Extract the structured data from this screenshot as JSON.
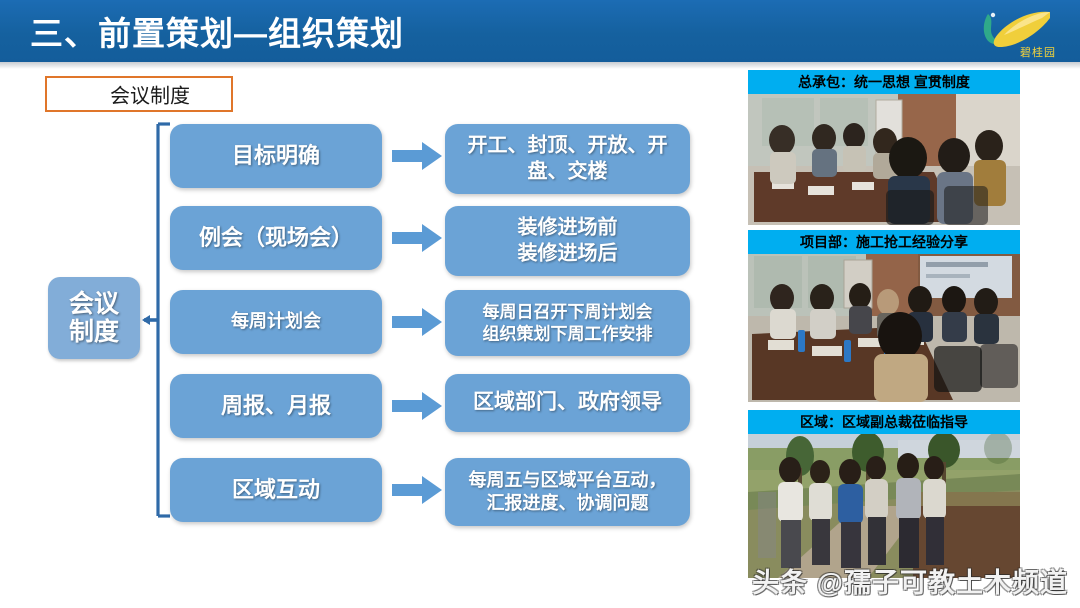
{
  "header": {
    "title": "三、前置策划—组织策划",
    "brand_name": "碧桂园",
    "brand_color": "#f5d33a",
    "bar_color": "#15619f"
  },
  "section_label": {
    "text": "会议制度",
    "border_color": "#e0762a"
  },
  "diagram": {
    "root_label": "会议\n制度",
    "root_color": "#82add8",
    "node_color": "#6ba3d6",
    "bracket_color": "#2f6aa8",
    "arrow_color": "#5b9bd5",
    "rows": [
      {
        "left_label": "目标明确",
        "left_font_size": 22,
        "right_label": "开工、封顶、开放、开\n盘、交楼",
        "right_font_size": 20
      },
      {
        "left_label": "例会（现场会）",
        "left_font_size": 22,
        "right_label": "装修进场前\n装修进场后",
        "right_font_size": 20
      },
      {
        "left_label": "每周计划会",
        "left_font_size": 18,
        "right_label": "每周日召开下周计划会\n组织策划下周工作安排",
        "right_font_size": 17
      },
      {
        "left_label": "周报、月报",
        "left_font_size": 22,
        "right_label": "区域部门、政府领导",
        "right_font_size": 21
      },
      {
        "left_label": "区域互动",
        "left_font_size": 22,
        "right_label": "每周五与区域平台互动，\n汇报进度、协调问题",
        "right_font_size": 18
      }
    ]
  },
  "photos": {
    "caption_color": "#00aef0",
    "items": [
      {
        "caption": "总承包：统一思想 宣贯制度",
        "scene": "indoor-meeting-room-conference-table"
      },
      {
        "caption": "项目部：施工抢工经验分享",
        "scene": "indoor-meeting-projector-screen"
      },
      {
        "caption": "区域：区域副总裁莅临指导",
        "scene": "outdoor-site-walkthrough-group"
      }
    ]
  },
  "watermark": {
    "text": "头条 @孺子可教土木频道"
  }
}
